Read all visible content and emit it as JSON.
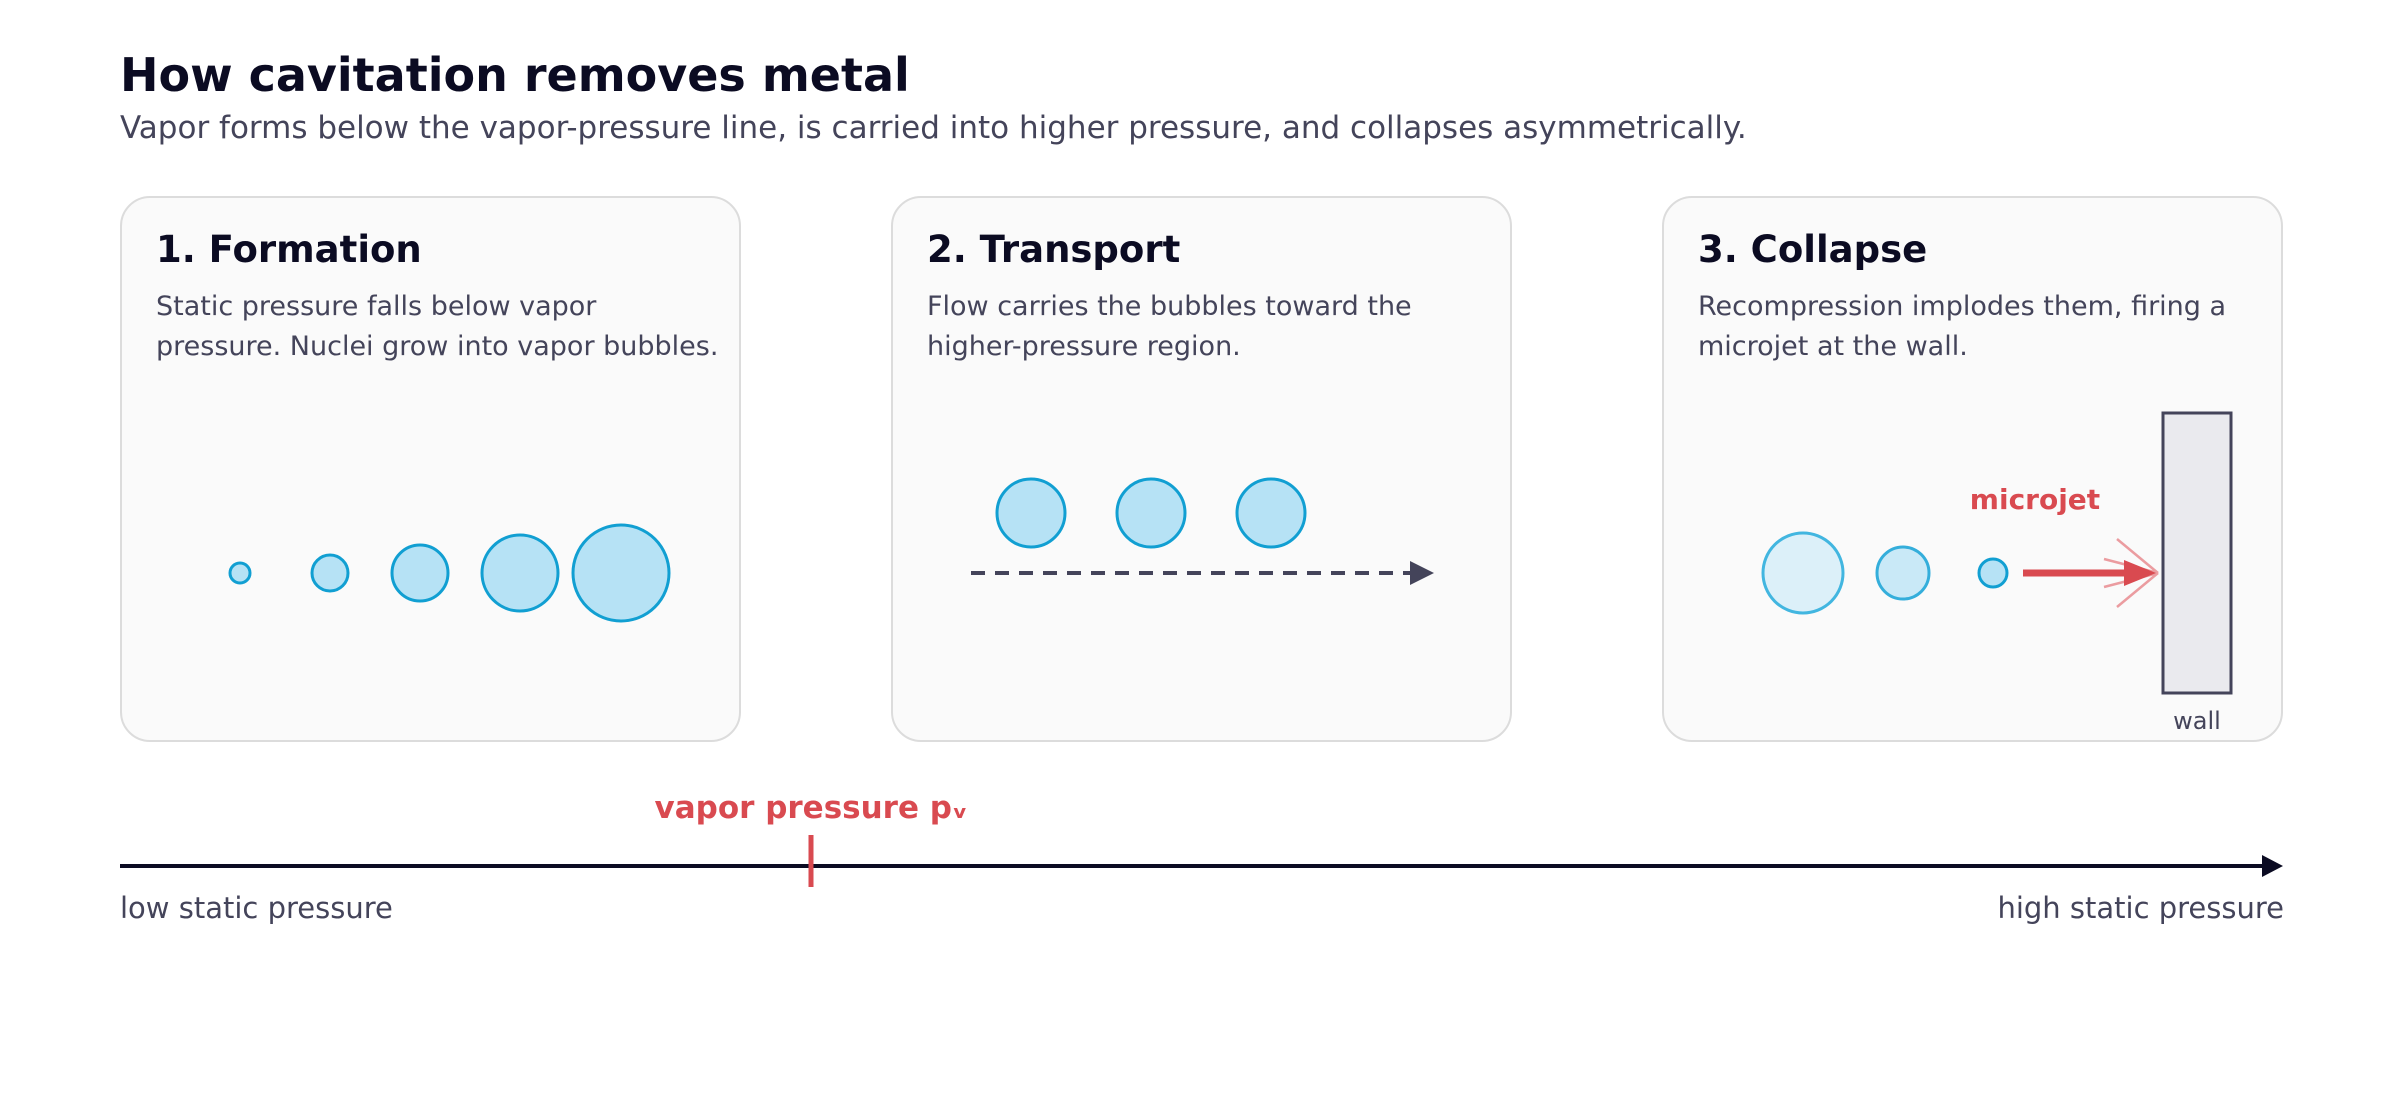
{
  "header": {
    "title": "How cavitation removes metal",
    "subtitle": "Vapor forms below the vapor-pressure line, is carried into higher pressure, and collapses asymmetrically."
  },
  "panels": [
    {
      "title": "1. Formation",
      "description": "Static pressure falls below vapor pressure. Nuclei grow into vapor bubbles."
    },
    {
      "title": "2. Transport",
      "description": "Flow carries the bubbles toward the higher-pressure region."
    },
    {
      "title": "3. Collapse",
      "description": "Recompression implodes them, firing a microjet at the wall.",
      "microjet_label": "microjet",
      "wall_label": "wall"
    }
  ],
  "pressure_axis": {
    "vapor_pressure_label": "vapor pressure pᵥ",
    "low_label": "low static pressure",
    "high_label": "high static pressure"
  },
  "colors": {
    "bubble_fill": "#b6e2f5",
    "bubble_stroke": "#119fd2",
    "accent_red": "#d94a50",
    "dark": "#0b0b22",
    "muted": "#44445a",
    "wall_fill": "#eaeaee"
  }
}
